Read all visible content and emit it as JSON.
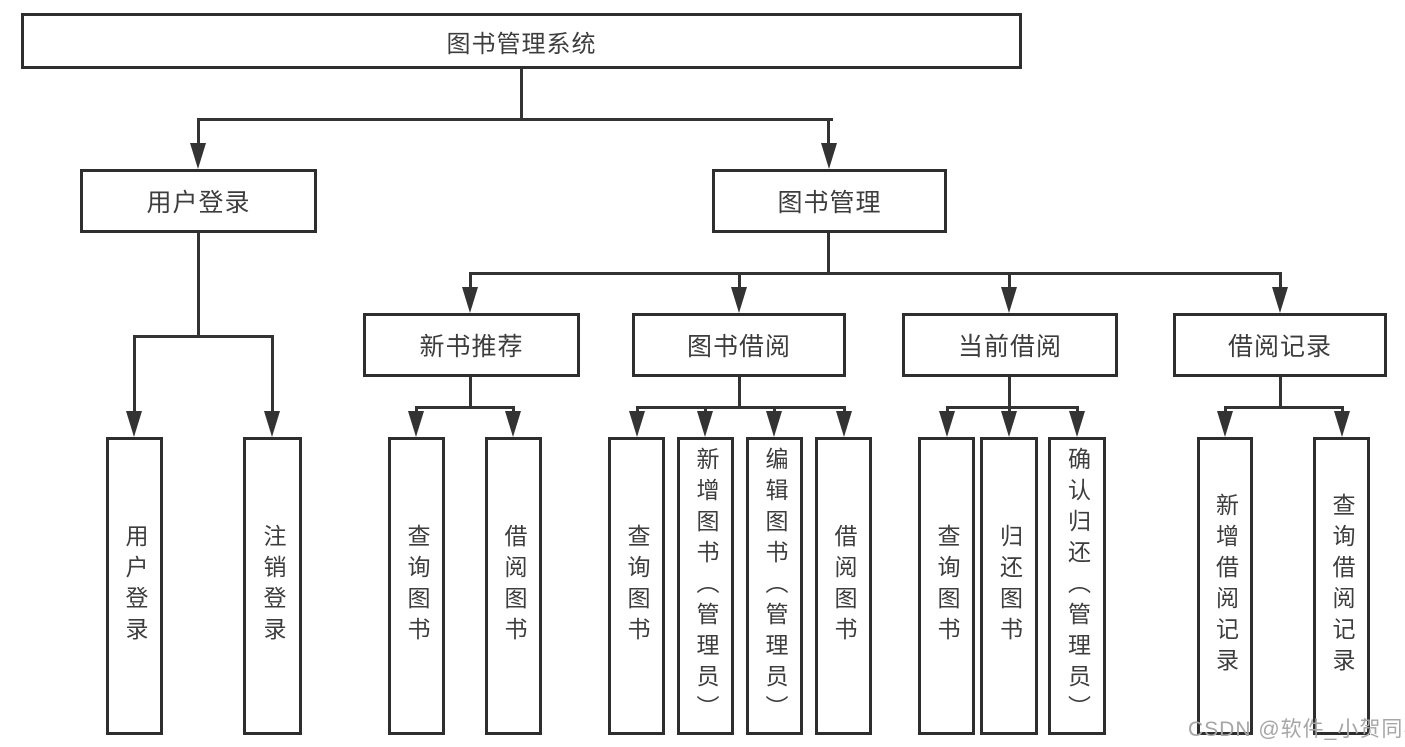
{
  "diagram": {
    "root": {
      "label": "图书管理系统"
    },
    "level2": [
      {
        "label": "用户登录"
      },
      {
        "label": "图书管理"
      }
    ],
    "level3": [
      {
        "label": "新书推荐"
      },
      {
        "label": "图书借阅"
      },
      {
        "label": "当前借阅"
      },
      {
        "label": "借阅记录"
      }
    ],
    "leaves": {
      "login": [
        {
          "label": "用户登录"
        },
        {
          "label": "注销登录"
        }
      ],
      "recommend": [
        {
          "label": "查询图书"
        },
        {
          "label": "借阅图书"
        }
      ],
      "borrow": [
        {
          "label": "查询图书"
        },
        {
          "label": "新增图书（管理员）"
        },
        {
          "label": "编辑图书（管理员）"
        },
        {
          "label": "借阅图书"
        }
      ],
      "current": [
        {
          "label": "查询图书"
        },
        {
          "label": "归还图书"
        },
        {
          "label": "确认归还（管理员）"
        }
      ],
      "records": [
        {
          "label": "新增借阅记录"
        },
        {
          "label": "查询借阅记录"
        }
      ]
    }
  },
  "watermark": {
    "text": "CSDN @软件_小贺同学"
  },
  "colors": {
    "line": "#333333",
    "box_border": "#2e2e2e",
    "box_fill": "#ffffff",
    "text": "#3d3d3d",
    "watermark": "#a6a6a6",
    "background": "#ffffff"
  }
}
